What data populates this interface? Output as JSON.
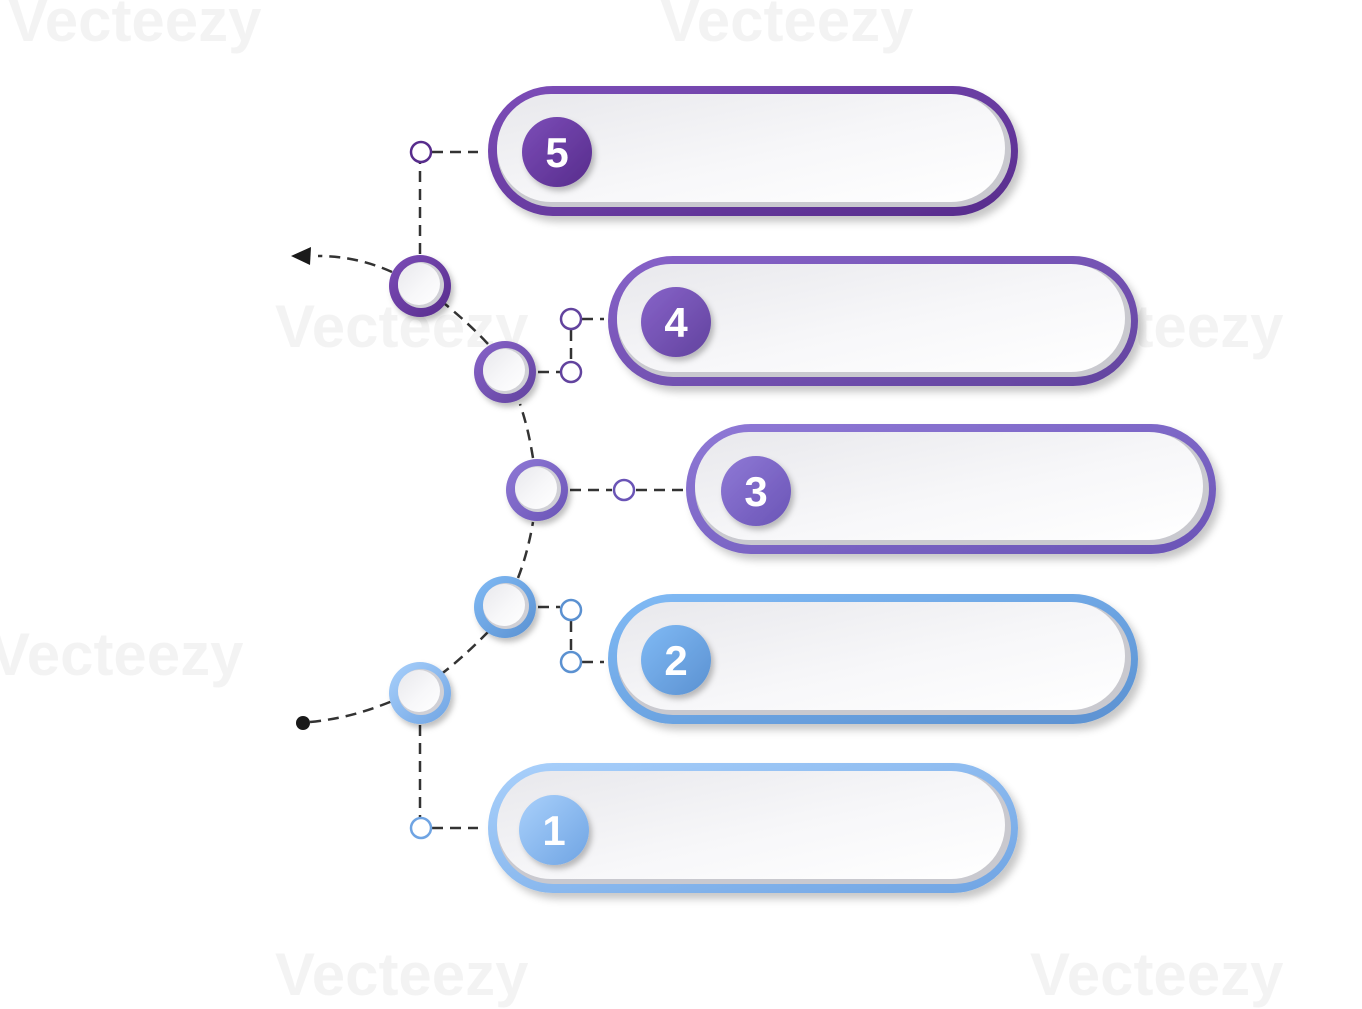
{
  "watermark": {
    "text": "Vecteezy"
  },
  "steps": [
    {
      "number": "1",
      "color_light": "#a9d0fb",
      "color_dark": "#6fa4e3"
    },
    {
      "number": "2",
      "color_light": "#80baf5",
      "color_dark": "#5b91d1"
    },
    {
      "number": "3",
      "color_light": "#8f79d6",
      "color_dark": "#6a54b6"
    },
    {
      "number": "4",
      "color_light": "#8763c9",
      "color_dark": "#62439e"
    },
    {
      "number": "5",
      "color_light": "#7c4db8",
      "color_dark": "#572c8c"
    }
  ],
  "colors": {
    "connector": "#333333",
    "card_fill": "#f2f2f4",
    "card_shadow": "#c9c9cf"
  }
}
